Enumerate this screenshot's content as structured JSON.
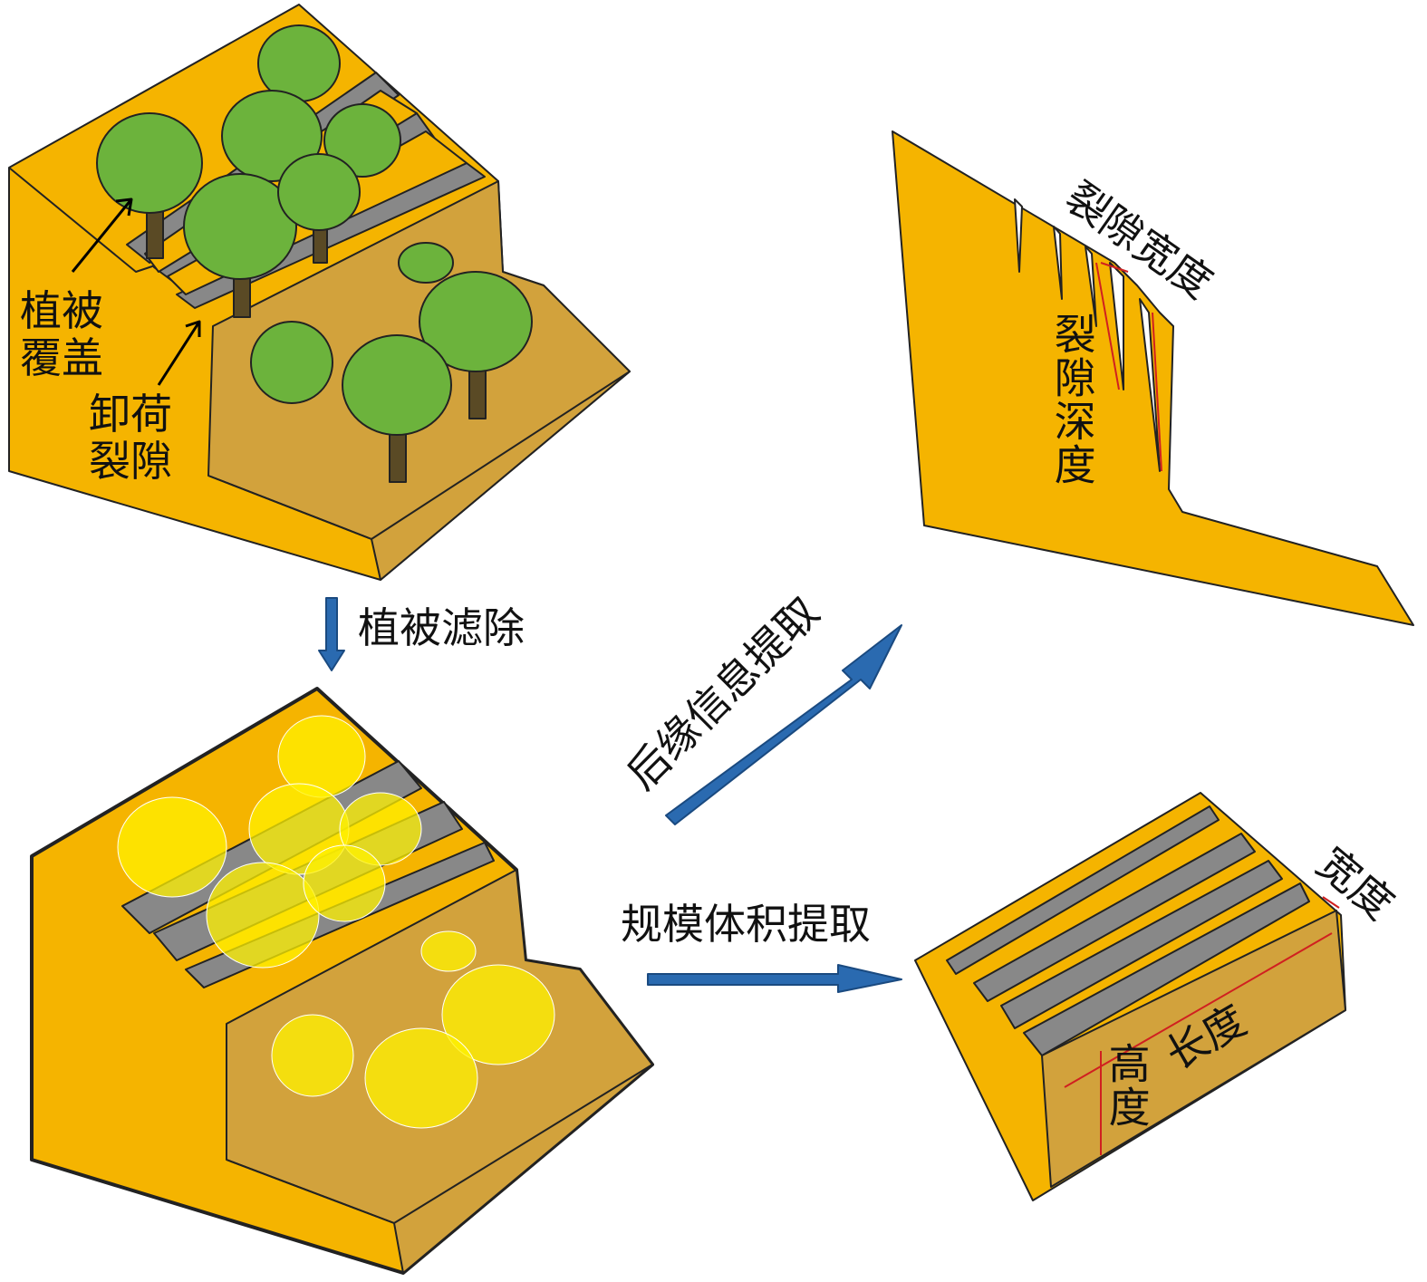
{
  "labels": {
    "vegetation_cover": "植被\n覆盖",
    "unloading_crack": "卸荷\n裂隙",
    "vegetation_filter": "植被滤除",
    "rear_edge_extract": "后缘信息提取",
    "scale_volume_extract": "规模体积提取",
    "crack_width": "裂隙宽度",
    "crack_depth": "裂隙深度",
    "width": "宽度",
    "length": "长度",
    "height": "高度"
  },
  "colors": {
    "rock": "#F5B400",
    "bench": "#D2A23C",
    "tree": "#6CB33C",
    "trunk": "#5A4A25",
    "arrow": "#2A6AB0",
    "measure": "#D02020",
    "ghost": "#FFF200"
  }
}
